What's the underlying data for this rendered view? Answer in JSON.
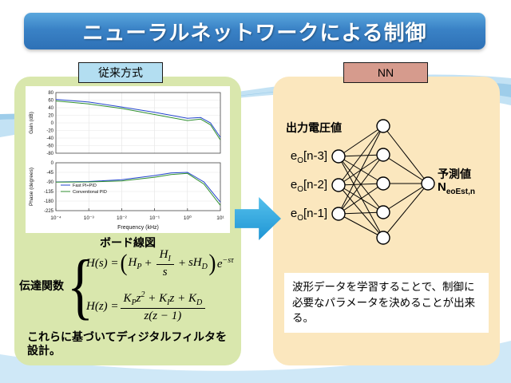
{
  "title": "ニューラルネットワークによる制御",
  "left_panel": {
    "tag": "従来方式",
    "bode_caption": "ボード線図",
    "transfer_label": "伝達関数",
    "footer": "これらに基づいてディジタルフィルタを設計。"
  },
  "right_panel": {
    "tag": "NN",
    "output_voltage_label": "出力電圧値",
    "inputs": [
      {
        "base": "e",
        "sub": "O",
        "idx": "[n-3]"
      },
      {
        "base": "e",
        "sub": "O",
        "idx": "[n-2]"
      },
      {
        "base": "e",
        "sub": "O",
        "idx": "[n-1]"
      }
    ],
    "predicted_label": "予測値",
    "predicted_base": "N",
    "predicted_sub": "eoEst,n",
    "note": "波形データを学習することで、制御に必要なパラメータを決めることが出来る。"
  },
  "equations": {
    "brace": "{",
    "hs": {
      "lhs": "H(s) =",
      "lparen": "(",
      "t1_base": "H",
      "t1_sub": "P",
      "op1": "+",
      "frac_num_base": "H",
      "frac_num_sub": "I",
      "frac_den": "s",
      "op2": "+",
      "t3_base": "sH",
      "t3_sub": "D",
      "rparen": ")",
      "exp_base": "e",
      "exp_sup": "−sτ"
    },
    "hz": {
      "lhs": "H(z) =",
      "n1": "K",
      "n1s": "P",
      "n2": "z",
      "n2s": "2",
      "n3": " + K",
      "n3s": "I",
      "n4": "z + K",
      "n4s": "D",
      "den": "z(z − 1)"
    }
  },
  "chart_data": {
    "type": "line",
    "title": "",
    "xlabel": "Frequency (kHz)",
    "xlim_log10": [
      -4,
      1
    ],
    "xtick_labels": [
      "10⁻⁴",
      "10⁻³",
      "10⁻²",
      "10⁻¹",
      "10⁰",
      "10¹"
    ],
    "legend": [
      "Fast PI+PID",
      "Conventional PID"
    ],
    "legend_position": "phase-plot-left",
    "grid": true,
    "subplots": [
      {
        "name": "gain",
        "ylabel": "Gain (dB)",
        "ylim": [
          -80,
          80
        ],
        "yticks": [
          80,
          60,
          40,
          20,
          0,
          -20,
          -40,
          -60,
          -80
        ],
        "x_log10": [
          -4,
          -3,
          -2,
          -1,
          0,
          0.4,
          0.7,
          1
        ],
        "series": [
          {
            "name": "Fast PI+PID",
            "color": "#2244cc",
            "values": [
              62,
              55,
              42,
              28,
              12,
              14,
              0,
              -38
            ]
          },
          {
            "name": "Conventional PID",
            "color": "#2f8f2f",
            "values": [
              58,
              50,
              38,
              22,
              6,
              10,
              -5,
              -45
            ]
          }
        ]
      },
      {
        "name": "phase",
        "ylabel": "Phase (degrees)",
        "ylim": [
          -225,
          0
        ],
        "yticks": [
          0,
          -45,
          -90,
          -135,
          -180,
          -225
        ],
        "x_log10": [
          -4,
          -3,
          -2,
          -1,
          -0.5,
          0,
          0.5,
          1
        ],
        "series": [
          {
            "name": "Fast PI+PID",
            "color": "#2244cc",
            "values": [
              -90,
              -88,
              -80,
              -60,
              -48,
              -45,
              -90,
              -185
            ]
          },
          {
            "name": "Conventional PID",
            "color": "#2f8f2f",
            "values": [
              -91,
              -90,
              -85,
              -68,
              -55,
              -50,
              -100,
              -200
            ]
          }
        ]
      }
    ]
  }
}
